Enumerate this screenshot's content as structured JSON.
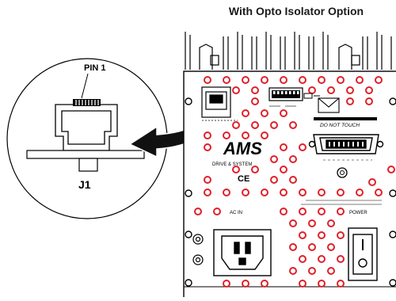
{
  "title": "With Opto Isolator Option",
  "callout": {
    "pin_label": "PIN 1",
    "connector_label": "J1"
  },
  "board": {
    "brand": "AMS",
    "brand_subtitle": "DRIVE & SYSTEM",
    "ce_mark": "CE",
    "warning_label": "DO NOT TOUCH",
    "power_label": "POWER",
    "ac_label": "AC IN"
  },
  "icons": {
    "envelope": "envelope-icon",
    "arrow": "pointer-arrow",
    "switch": "power-switch",
    "inlet": "ac-power-inlet"
  },
  "colors": {
    "hole": "#e0202a",
    "line": "#000000",
    "arrow": "#111111"
  }
}
